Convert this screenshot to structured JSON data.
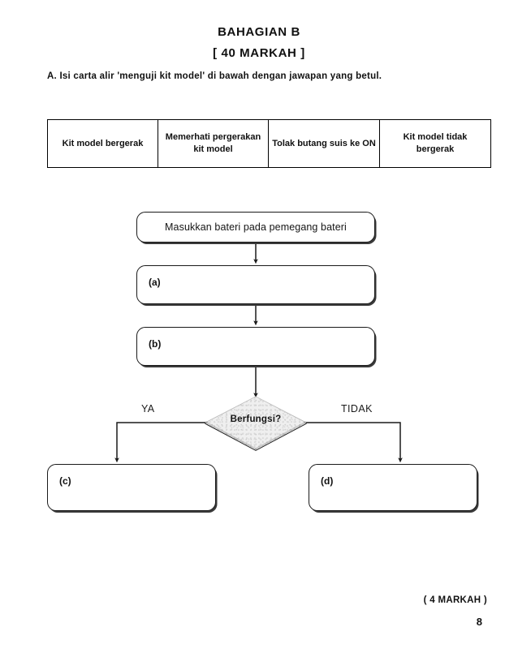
{
  "header": {
    "line1": "BAHAGIAN B",
    "line2": "[ 40 MARKAH ]",
    "instruction": "A. Isi carta alir 'menguji kit model' di bawah dengan jawapan yang betul."
  },
  "wordbank": {
    "cells": [
      "Kit model bergerak",
      "Memerhati pergerakan kit model",
      "Tolak butang suis ke ON",
      "Kit model tidak bergerak"
    ]
  },
  "flowchart": {
    "start_box": {
      "text": "Masukkan bateri pada pemegang bateri"
    },
    "blank_a": {
      "label": "(a)",
      "text": ""
    },
    "blank_b": {
      "label": "(b)",
      "text": ""
    },
    "decision": {
      "text": "Berfungsi?"
    },
    "branch_yes": "YA",
    "branch_no": "TIDAK",
    "blank_c": {
      "label": "(c)",
      "text": ""
    },
    "blank_d": {
      "label": "(d)",
      "text": ""
    }
  },
  "footer": {
    "markah": "( 4 MARKAH )",
    "page_number": "8"
  },
  "colors": {
    "ink": "#111111",
    "line": "#1a1a1a",
    "paper": "#ffffff",
    "diamond_fill": "#ededed"
  }
}
